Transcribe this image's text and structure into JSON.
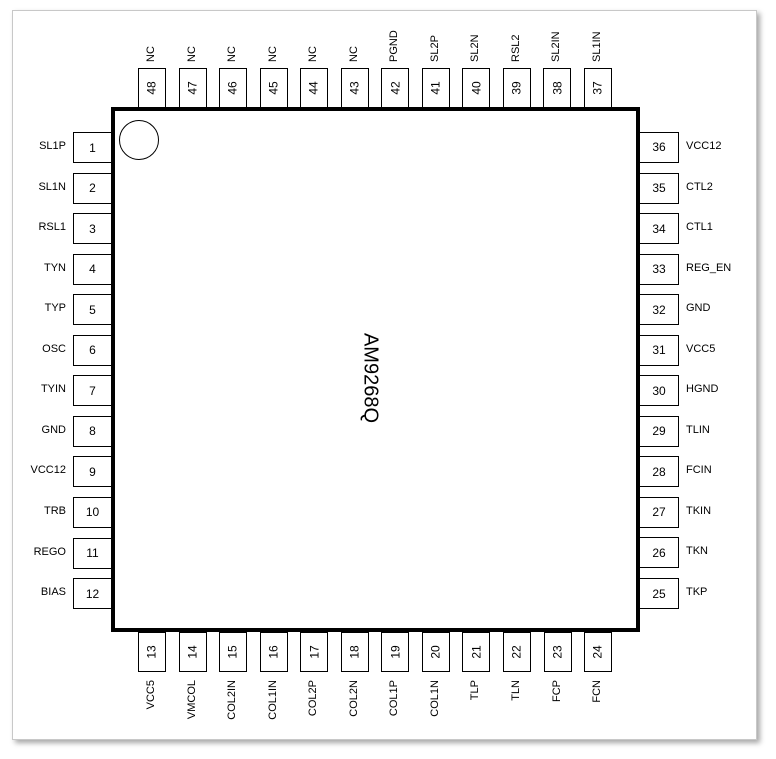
{
  "chip_name": "AM9268Q",
  "pins": {
    "left": [
      {
        "num": "1",
        "label": "SL1P"
      },
      {
        "num": "2",
        "label": "SL1N"
      },
      {
        "num": "3",
        "label": "RSL1"
      },
      {
        "num": "4",
        "label": "TYN"
      },
      {
        "num": "5",
        "label": "TYP"
      },
      {
        "num": "6",
        "label": "OSC"
      },
      {
        "num": "7",
        "label": "TYIN"
      },
      {
        "num": "8",
        "label": "GND"
      },
      {
        "num": "9",
        "label": "VCC12"
      },
      {
        "num": "10",
        "label": "TRB"
      },
      {
        "num": "11",
        "label": "REGO"
      },
      {
        "num": "12",
        "label": "BIAS"
      }
    ],
    "bottom": [
      {
        "num": "13",
        "label": "VCC5"
      },
      {
        "num": "14",
        "label": "VMCOL"
      },
      {
        "num": "15",
        "label": "COL2IN"
      },
      {
        "num": "16",
        "label": "COL1IN"
      },
      {
        "num": "17",
        "label": "COL2P"
      },
      {
        "num": "18",
        "label": "COL2N"
      },
      {
        "num": "19",
        "label": "COL1P"
      },
      {
        "num": "20",
        "label": "COL1N"
      },
      {
        "num": "21",
        "label": "TLP"
      },
      {
        "num": "22",
        "label": "TLN"
      },
      {
        "num": "23",
        "label": "FCP"
      },
      {
        "num": "24",
        "label": "FCN"
      }
    ],
    "right": [
      {
        "num": "25",
        "label": "TKP"
      },
      {
        "num": "26",
        "label": "TKN"
      },
      {
        "num": "27",
        "label": "TKIN"
      },
      {
        "num": "28",
        "label": "FCIN"
      },
      {
        "num": "29",
        "label": "TLIN"
      },
      {
        "num": "30",
        "label": "HGND"
      },
      {
        "num": "31",
        "label": "VCC5"
      },
      {
        "num": "32",
        "label": "GND"
      },
      {
        "num": "33",
        "label": "REG_EN"
      },
      {
        "num": "34",
        "label": "CTL1"
      },
      {
        "num": "35",
        "label": "CTL2"
      },
      {
        "num": "36",
        "label": "VCC12"
      }
    ],
    "top": [
      {
        "num": "37",
        "label": "SL1IN"
      },
      {
        "num": "38",
        "label": "SL2IN"
      },
      {
        "num": "39",
        "label": "RSL2"
      },
      {
        "num": "40",
        "label": "SL2N"
      },
      {
        "num": "41",
        "label": "SL2P"
      },
      {
        "num": "42",
        "label": "PGND"
      },
      {
        "num": "43",
        "label": "NC"
      },
      {
        "num": "44",
        "label": "NC"
      },
      {
        "num": "45",
        "label": "NC"
      },
      {
        "num": "46",
        "label": "NC"
      },
      {
        "num": "47",
        "label": "NC"
      },
      {
        "num": "48",
        "label": "NC"
      }
    ]
  }
}
